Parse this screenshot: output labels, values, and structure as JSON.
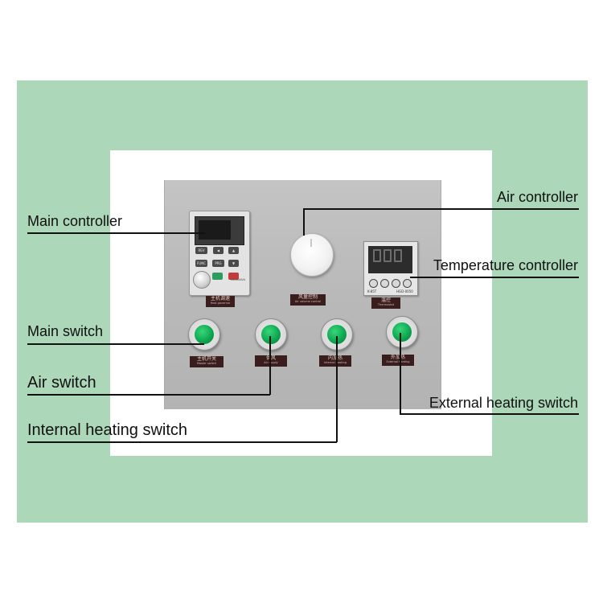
{
  "panel_labels": {
    "main_controller": "主机调速",
    "main_controller_sub": "Host governor",
    "air_controller": "风量控制",
    "air_controller_sub": "Air volume control",
    "temperature_controller": "温控",
    "temperature_controller_sub": "Thermostat",
    "main_switch": "主机开关",
    "main_switch_sub": "Master switch",
    "air_switch": "供风",
    "air_switch_sub": "Air supply",
    "internal_heating": "内加热",
    "internal_heating_sub": "Internal heating",
    "external_heating": "外加热",
    "external_heating_sub": "External heating"
  },
  "callouts": {
    "main_controller": "Main controller",
    "air_controller": "Air controller",
    "temperature_controller": "Temperature controller",
    "main_switch": "Main switch",
    "air_switch": "Air switch",
    "internal_heating_switch": "Internal heating switch",
    "external_heating_switch": "External heating switch"
  },
  "keypad": {
    "keys": [
      "REV",
      "FUNC",
      "PRG"
    ],
    "brand": "YASKAWA"
  },
  "temp_controller": {
    "left_text": "K-85T",
    "right_text": "HGD-0050"
  },
  "colors": {
    "frame_green": "#acd7b9",
    "panel_gray": "#bdbdbd",
    "button_green": "#0ea851",
    "label_bg": "#3a1e1e"
  }
}
